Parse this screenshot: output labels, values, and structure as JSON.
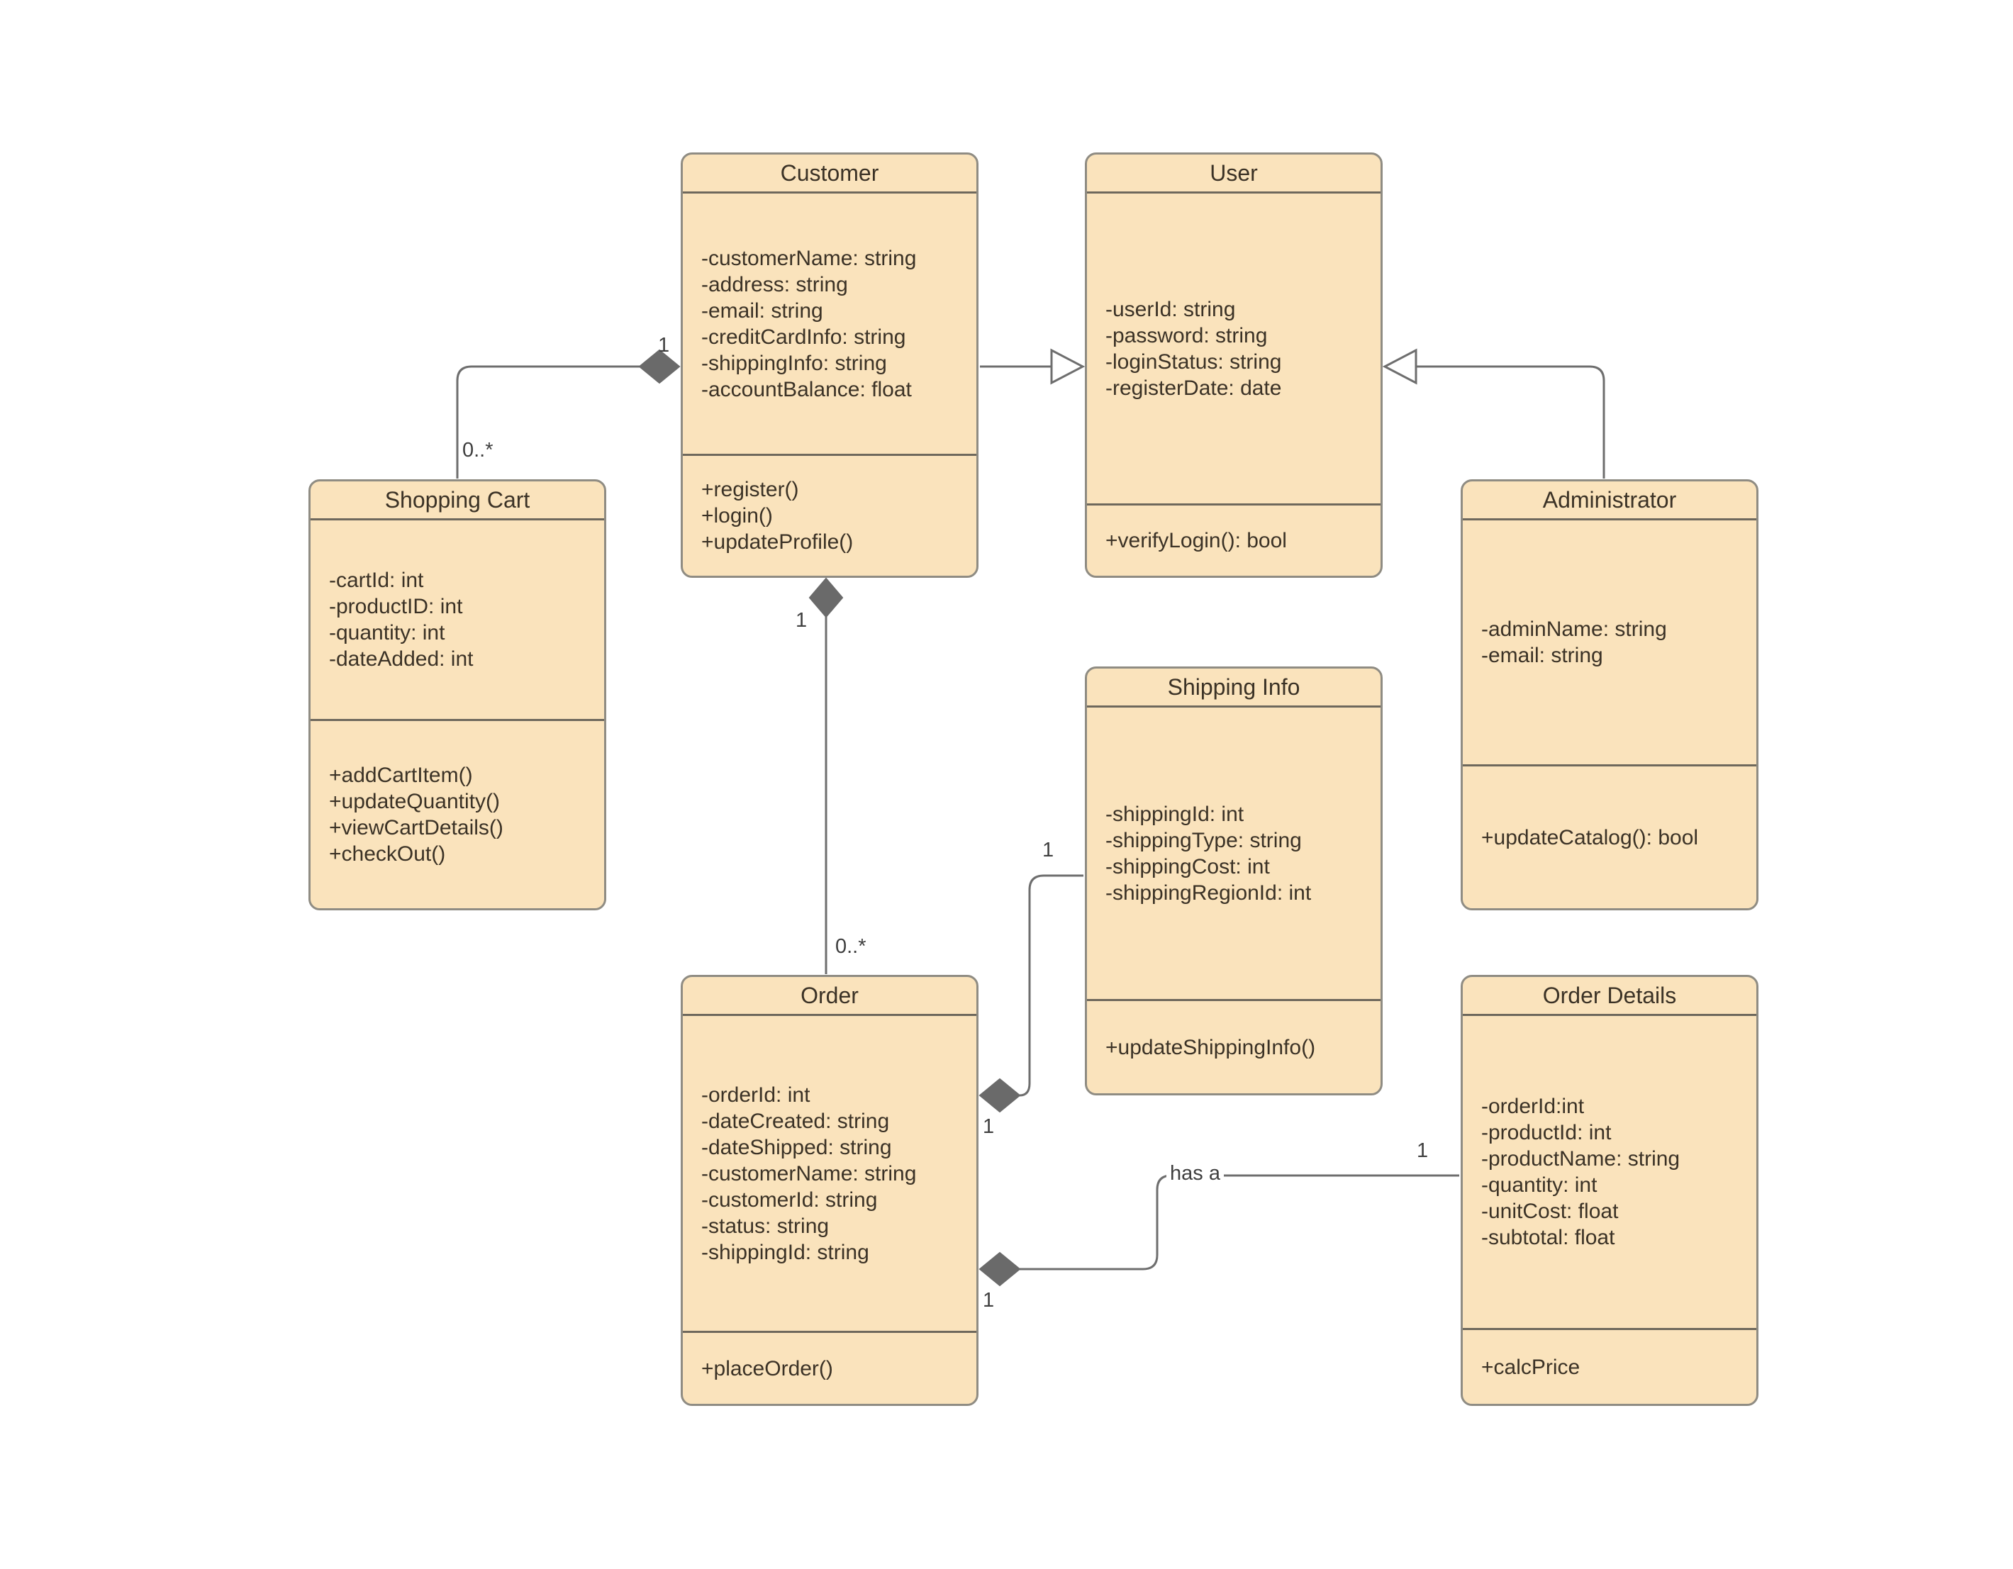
{
  "diagram": {
    "classes": {
      "shopping_cart": {
        "title": "Shopping Cart",
        "attributes": [
          "-cartId: int",
          "-productID: int",
          "-quantity: int",
          "-dateAdded: int"
        ],
        "methods": [
          "+addCartItem()",
          "+updateQuantity()",
          "+viewCartDetails()",
          "+checkOut()"
        ]
      },
      "customer": {
        "title": "Customer",
        "attributes": [
          "-customerName: string",
          "-address: string",
          "-email: string",
          "-creditCardInfo: string",
          "-shippingInfo: string",
          "-accountBalance: float"
        ],
        "methods": [
          "+register()",
          "+login()",
          "+updateProfile()"
        ]
      },
      "user": {
        "title": "User",
        "attributes": [
          "-userId: string",
          "-password: string",
          "-loginStatus: string",
          "-registerDate: date"
        ],
        "methods": [
          "+verifyLogin(): bool"
        ]
      },
      "administrator": {
        "title": "Administrator",
        "attributes": [
          "-adminName: string",
          "-email: string"
        ],
        "methods": [
          "+updateCatalog(): bool"
        ]
      },
      "shipping_info": {
        "title": "Shipping Info",
        "attributes": [
          "-shippingId: int",
          "-shippingType: string",
          "-shippingCost: int",
          "-shippingRegionId: int"
        ],
        "methods": [
          "+updateShippingInfo()"
        ]
      },
      "order": {
        "title": "Order",
        "attributes": [
          "-orderId: int",
          "-dateCreated: string",
          "-dateShipped: string",
          "-customerName: string",
          "-customerId: string",
          "-status: string",
          "-shippingId: string"
        ],
        "methods": [
          "+placeOrder()"
        ]
      },
      "order_details": {
        "title": "Order Details",
        "attributes": [
          "-orderId:int",
          "-productId: int",
          "-productName: string",
          "-quantity: int",
          "-unitCost: float",
          "-subtotal: float"
        ],
        "methods": [
          "+calcPrice"
        ]
      }
    },
    "labels": {
      "customer_cart_one": "1",
      "customer_cart_many": "0..*",
      "customer_order_one": "1",
      "customer_order_many": "0..*",
      "order_shipping_source_one": "1",
      "order_shipping_target_one": "1",
      "order_details_source_one": "1",
      "order_details_target_one": "1",
      "has_a": "has a"
    }
  },
  "colors": {
    "canvas_bg": "#ffffff",
    "class_fill": "#fae3bc",
    "class_border": "#8f8c83",
    "divider": "#6e685c",
    "text": "#3b3226",
    "line": "#6e6e6e",
    "diamond": "#6a6a6a"
  }
}
